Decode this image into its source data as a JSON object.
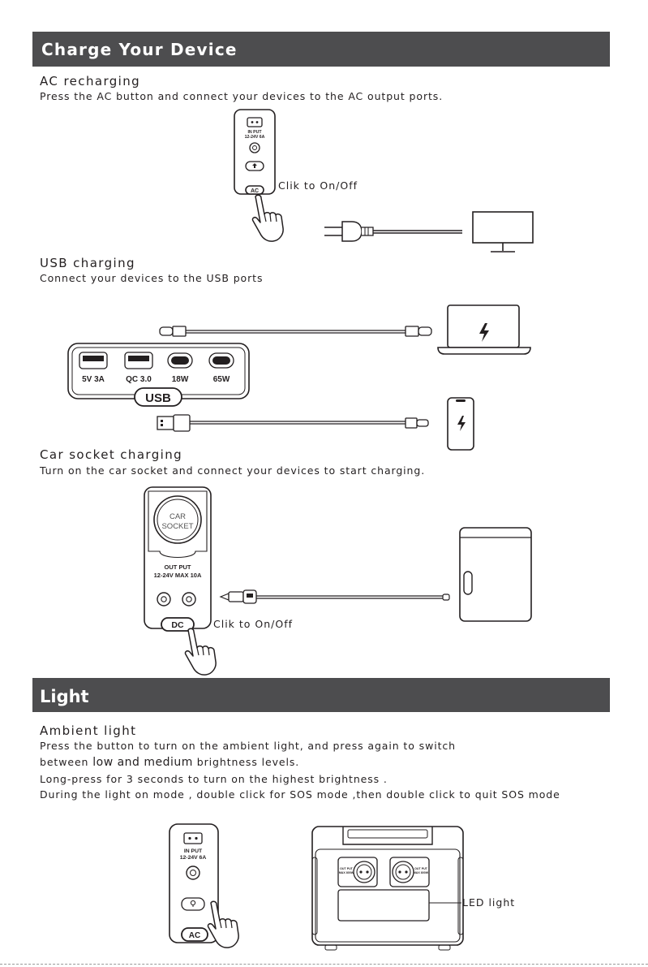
{
  "sections": {
    "charge": {
      "title": "Charge Your Device"
    },
    "light": {
      "title": "Light"
    }
  },
  "ac": {
    "heading": "AC recharging",
    "desc": "Press the AC button and connect your devices to the AC output ports.",
    "callout": "Clik to On/Off",
    "panel_input_line1": "IN PUT",
    "panel_input_line2": "12-24V 6A",
    "button_label": "AC"
  },
  "usb": {
    "heading": "USB charging",
    "desc": "Connect your devices to the USB ports",
    "ports": [
      "5V 3A",
      "QC 3.0",
      "18W",
      "65W"
    ],
    "panel_label": "USB"
  },
  "car": {
    "heading": "Car socket charging",
    "desc": "Turn on the car socket and connect your devices to start charging.",
    "socket_line1": "CAR",
    "socket_line2": "SOCKET",
    "output_line1": "OUT PUT",
    "output_line2": "12-24V  MAX 10A",
    "button_label": "DC",
    "callout": "Clik to On/Off"
  },
  "ambient": {
    "heading": "Ambient light",
    "line1": "Press the button to turn on the ambient light, and press again to switch",
    "line2_pre": "between ",
    "line2_em": "low and medium",
    "line2_post": " brightness levels.",
    "line3": "Long-press for 3 seconds to turn on the highest brightness .",
    "line4": "During the light on mode , double click for SOS mode ,then double click to quit SOS mode",
    "panel_input_line1": "IN PUT",
    "panel_input_line2": "12-24V 6A",
    "button_label": "AC",
    "led_label": "LED light",
    "outlet_label_line1": "OUT PUT",
    "outlet_label_line2": "MAX 800W"
  }
}
